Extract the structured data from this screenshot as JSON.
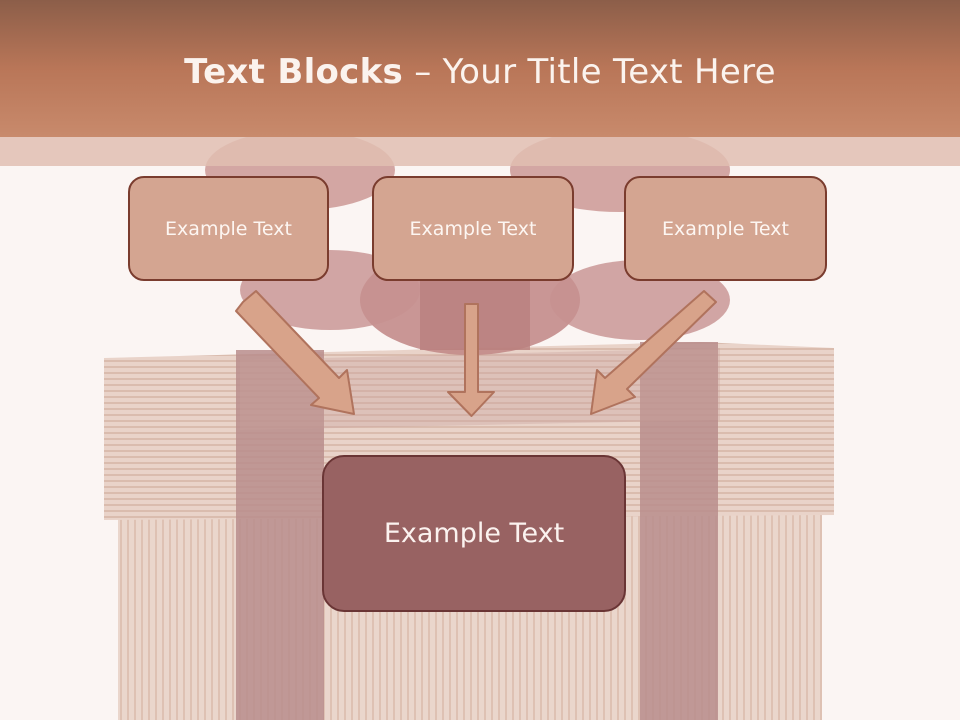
{
  "slide": {
    "title_bold": "Text Blocks",
    "title_sep": " – ",
    "title_rest": "Your Title Text Here"
  },
  "blocks": {
    "top": [
      "Example Text",
      "Example Text",
      "Example Text"
    ],
    "bottom": "Example Text"
  },
  "colors": {
    "header": "#b97658",
    "box_fill": "#d4a591",
    "box_border": "#7a3c2e",
    "big_box_fill": "#986262",
    "arrow_fill": "#d8a38a",
    "arrow_stroke": "#b0735d"
  },
  "icons": {
    "background": "gift-box-with-ribbon-photo",
    "arrows": "down-arrow"
  }
}
